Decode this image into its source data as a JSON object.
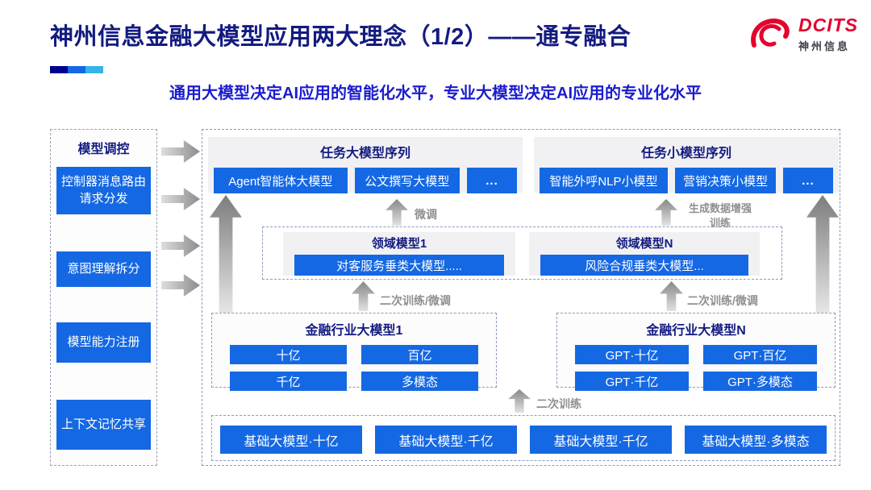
{
  "header": {
    "title": "神州信息金融大模型应用两大理念（1/2）——通专融合",
    "subtitle": "通用大模型决定AI应用的智能化水平，专业大模型决定AI应用的专业化水平",
    "logo": {
      "name": "DCITS",
      "cn_name": "神州信息"
    },
    "accent_bar_colors": [
      "#00008F",
      "#1568E3",
      "#35B5E5"
    ]
  },
  "sidebar": {
    "title": "模型调控",
    "items": [
      {
        "label": "控制器消息路由请求分发"
      },
      {
        "label": "意图理解拆分"
      },
      {
        "label": "模型能力注册"
      },
      {
        "label": "上下文记忆共享"
      }
    ]
  },
  "main": {
    "task_large_group": {
      "title": "任务大模型序列",
      "items": [
        "Agent智能体大模型",
        "公文撰写大模型",
        "..."
      ]
    },
    "task_small_group": {
      "title": "任务小模型序列",
      "items": [
        "智能外呼NLP小模型",
        "营销决策小模型",
        "..."
      ]
    },
    "flow_labels": {
      "fine_tune": "微调",
      "gen_data_training": "生成数据增强\n训练",
      "retrain_finetune": "二次训练/微调",
      "retrain": "二次训练"
    },
    "domain_group": {
      "panels": [
        {
          "title": "领域模型1",
          "model": "对客服务垂类大模型....."
        },
        {
          "title": "领域模型N",
          "model": "风险合规垂类大模型..."
        }
      ]
    },
    "industry_groups": [
      {
        "title": "金融行业大模型1",
        "chips": [
          "十亿",
          "百亿",
          "千亿",
          "多模态"
        ]
      },
      {
        "title": "金融行业大模型N",
        "chips": [
          "GPT·十亿",
          "GPT·百亿",
          "GPT·千亿",
          "GPT·多模态"
        ]
      }
    ],
    "base_models": [
      "基础大模型·十亿",
      "基础大模型·千亿",
      "基础大模型·千亿",
      "基础大模型·多模态"
    ]
  },
  "colors": {
    "button_blue": "#1568E3",
    "navy_text": "#131B80",
    "subtitle_blue": "#1B1CCD",
    "logo_red": "#E4032E",
    "flow_label_gray": "#8F8F8F"
  }
}
